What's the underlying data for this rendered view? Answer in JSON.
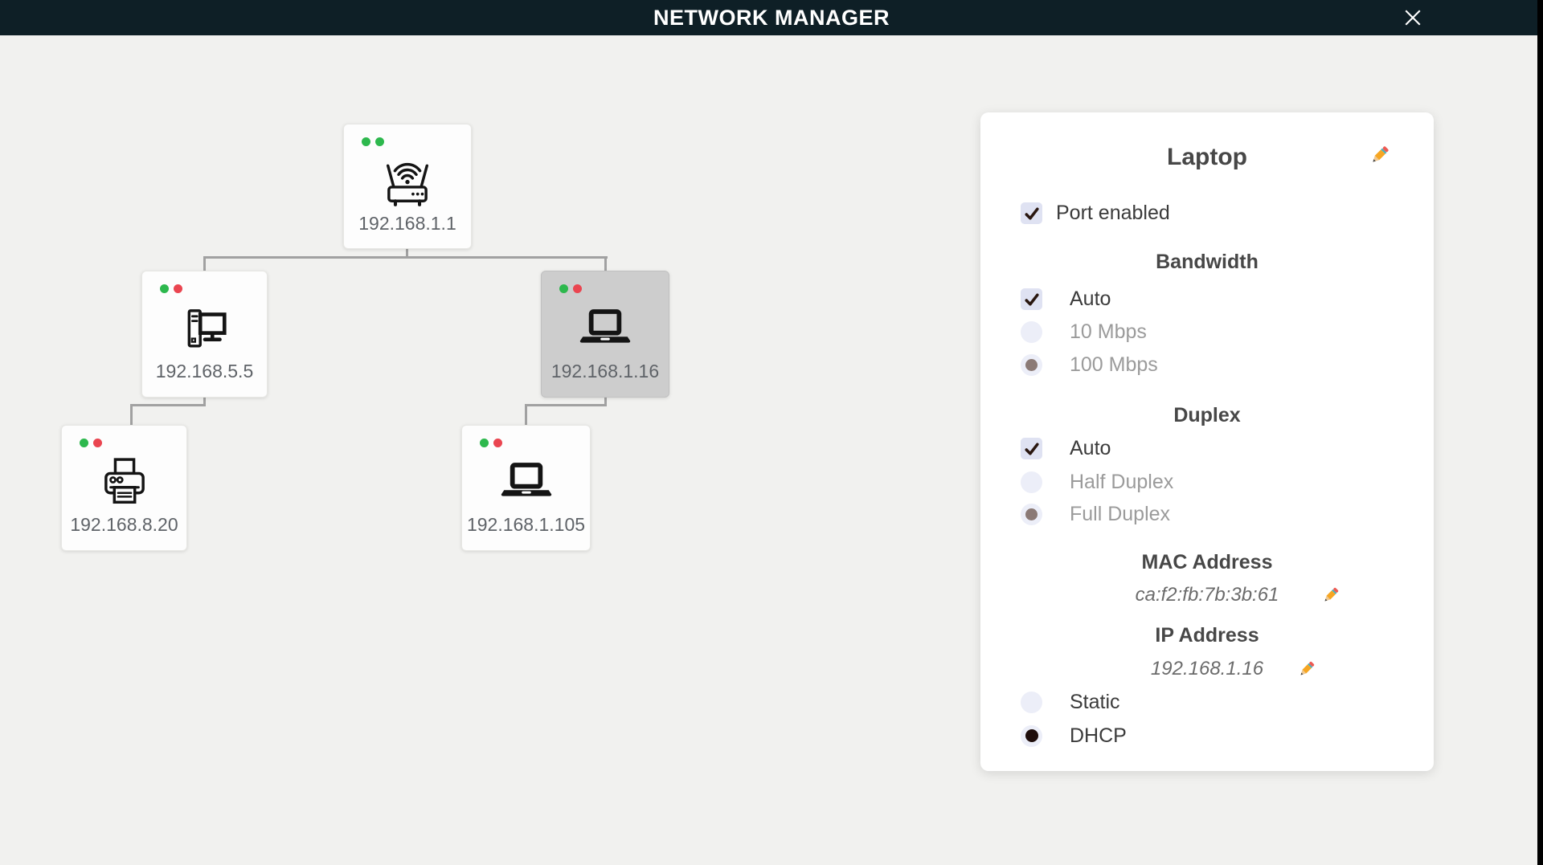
{
  "header": {
    "title": "NETWORK MANAGER"
  },
  "tree": {
    "nodes": [
      {
        "label": "192.168.1.1",
        "type": "router",
        "status": [
          "online",
          "online"
        ],
        "selected": false
      },
      {
        "label": "192.168.5.5",
        "type": "desktop",
        "status": [
          "online",
          "alert"
        ],
        "selected": false
      },
      {
        "label": "192.168.1.16",
        "type": "laptop",
        "status": [
          "online",
          "alert"
        ],
        "selected": true
      },
      {
        "label": "192.168.8.20",
        "type": "printer",
        "status": [
          "online",
          "alert"
        ],
        "selected": false
      },
      {
        "label": "192.168.1.105",
        "type": "laptop",
        "status": [
          "online",
          "alert"
        ],
        "selected": false
      }
    ]
  },
  "panel": {
    "title": "Laptop",
    "port_enabled": {
      "label": "Port enabled",
      "checked": true
    },
    "bandwidth": {
      "heading": "Bandwidth",
      "options": [
        {
          "label": "Auto",
          "control": "checkbox",
          "checked": true
        },
        {
          "label": "10 Mbps",
          "control": "radio",
          "selected": false,
          "disabled": true
        },
        {
          "label": "100 Mbps",
          "control": "radio",
          "selected": true,
          "disabled": true
        }
      ]
    },
    "duplex": {
      "heading": "Duplex",
      "options": [
        {
          "label": "Auto",
          "control": "checkbox",
          "checked": true
        },
        {
          "label": "Half Duplex",
          "control": "radio",
          "selected": false,
          "disabled": true
        },
        {
          "label": "Full Duplex",
          "control": "radio",
          "selected": true,
          "disabled": true
        }
      ]
    },
    "mac_address": {
      "heading": "MAC Address",
      "value": "ca:f2:fb:7b:3b:61"
    },
    "ip_address": {
      "heading": "IP Address",
      "value": "192.168.1.16",
      "options": [
        {
          "label": "Static",
          "control": "radio",
          "selected": false
        },
        {
          "label": "DHCP",
          "control": "radio",
          "selected": true
        }
      ]
    }
  },
  "colors": {
    "header_bg": "#0e1f26",
    "background": "#f1f1ef",
    "status_green": "#2db84d",
    "status_red": "#ea4550",
    "selected_node_bg": "#cdcdcd",
    "connector": "#a1a1a1",
    "checkbox_bg": "#dfe2f2",
    "check_mark": "#2a1710",
    "radio_muted_dot": "#8b7a76",
    "radio_dark_dot": "#1f0e0c"
  }
}
